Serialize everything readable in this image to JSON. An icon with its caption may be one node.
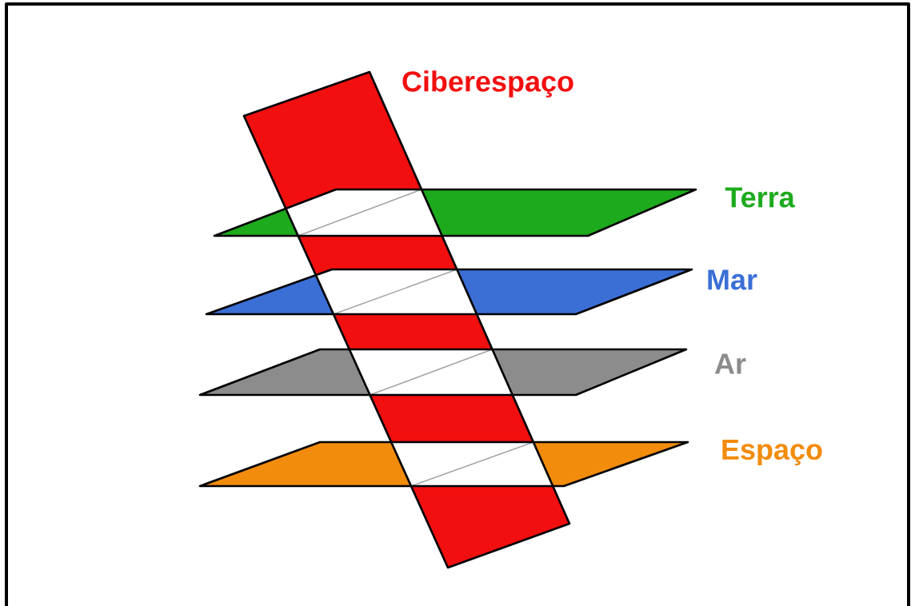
{
  "diagram": {
    "nodes": [
      {
        "text": [
          "Ciberespaço"
        ]
      },
      {
        "text": [
          "Terra"
        ]
      },
      {
        "text": [
          "Mar"
        ]
      },
      {
        "text": [
          "Ar"
        ]
      },
      {
        "text": [
          "Espaço"
        ]
      }
    ]
  }
}
